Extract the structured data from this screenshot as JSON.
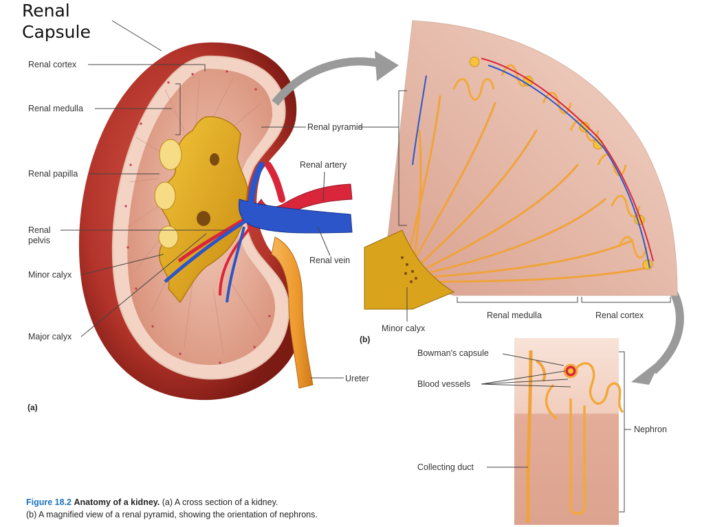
{
  "title": {
    "line1": "Renal",
    "line2": "Capsule"
  },
  "labels_a": {
    "cortex": "Renal cortex",
    "medulla": "Renal medulla",
    "papilla": "Renal papilla",
    "pelvis_1": "Renal",
    "pelvis_2": "pelvis",
    "minor_calyx": "Minor calyx",
    "major_calyx": "Major calyx",
    "pyramid": "Renal pyramid",
    "artery": "Renal artery",
    "vein": "Renal vein",
    "ureter": "Ureter",
    "panel": "(a)"
  },
  "labels_b": {
    "minor_calyx": "Minor calyx",
    "medulla": "Renal medulla",
    "cortex": "Renal cortex",
    "panel": "(b)"
  },
  "labels_c": {
    "bowmans": "Bowman's capsule",
    "vessels": "Blood vessels",
    "nephron": "Nephron",
    "collecting": "Collecting duct"
  },
  "caption": {
    "figure": "Figure 18.2",
    "title": "Anatomy of a kidney.",
    "part_a": "(a) A cross section of a kidney.",
    "part_b": "(b) A magnified view of a renal pyramid, showing the orientation of nephrons."
  },
  "colors": {
    "capsule": "#a92a22",
    "cortex": "#e9b9a5",
    "pelvis": "#e8b41f",
    "artery": "#d9263a",
    "vein": "#2b55c8",
    "ureter": "#f0a33a",
    "arrow": "#9a9a9a"
  }
}
